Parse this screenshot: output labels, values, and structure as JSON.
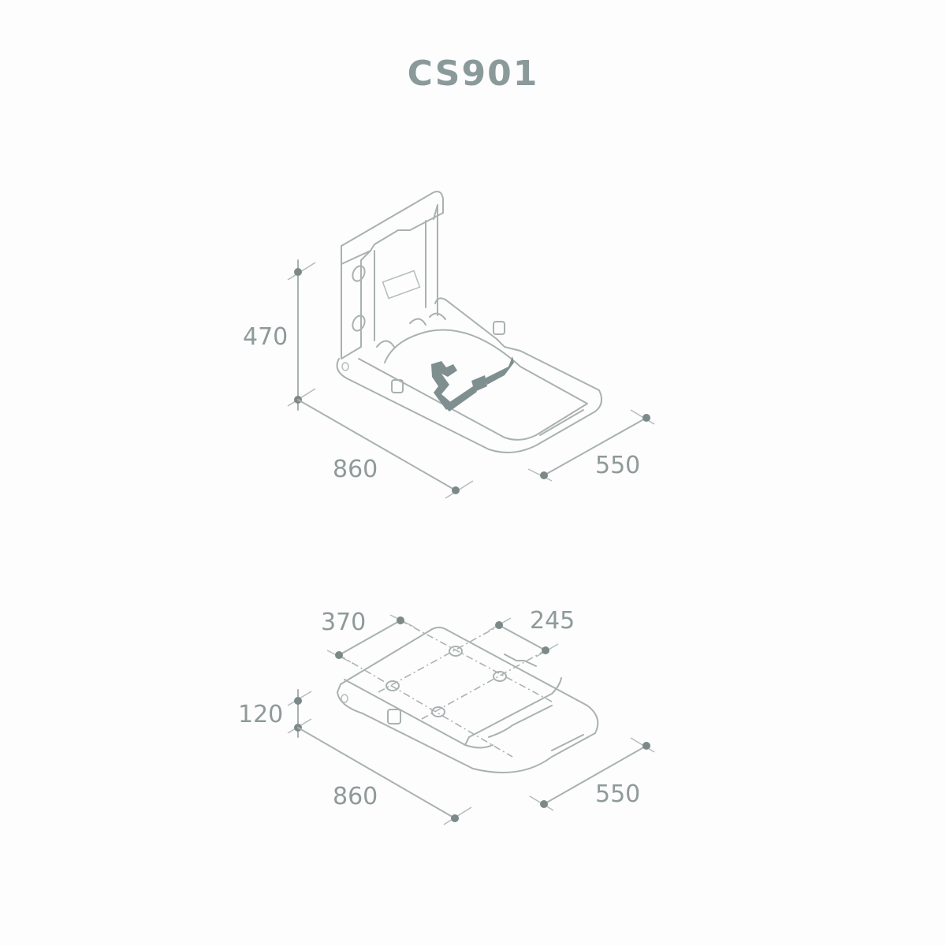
{
  "title": "CS901",
  "views": {
    "open": {
      "name": "open-view",
      "dimensions": {
        "height": "470",
        "length": "860",
        "depth": "550"
      }
    },
    "closed": {
      "name": "closed-view",
      "dimensions": {
        "height": "120",
        "length": "860",
        "depth": "550",
        "mount_width": "370",
        "mount_height": "245"
      }
    }
  },
  "colors": {
    "line": "#a9b1b1",
    "text": "#8f9a9a",
    "accent": "#7f8f8f",
    "background": "#fdfdfd"
  }
}
